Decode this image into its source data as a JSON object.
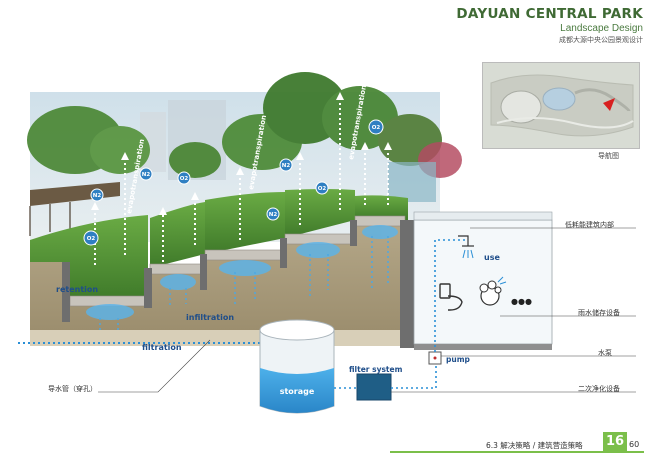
{
  "header": {
    "title": "DAYUAN CENTRAL PARK",
    "subtitle": "Landscape Design",
    "subtitle_cn": "成都大源中央公园景观设计"
  },
  "nav_map": {
    "label": "导航图"
  },
  "diagram": {
    "terms": {
      "retention": "retention",
      "infiltration": "infiltration",
      "filtration": "filtration",
      "storage": "storage",
      "filter_system": "filter system",
      "pump": "pump",
      "use": "use",
      "evapotranspiration": "evapotranspiration",
      "ellipsis": "●●●"
    },
    "gas_o2": "O2",
    "gas_n2": "N2",
    "callouts": {
      "building_interior": "低耗能建筑内部",
      "rainwater_storage": "雨水储存设备",
      "water_pump": "水泵",
      "secondary_purification": "二次净化设备",
      "drain_pipe": "导水管（穿孔）"
    }
  },
  "footer": {
    "section": "6.3 解决策略 / 建筑营造策略",
    "badge": "16",
    "page": "60"
  },
  "colors": {
    "accent_green": "#7bbf4a",
    "title_green": "#3f6a34",
    "water_blue": "#2a8fd6",
    "soil": "#a89a7c",
    "grass": "#5d9a3a"
  }
}
